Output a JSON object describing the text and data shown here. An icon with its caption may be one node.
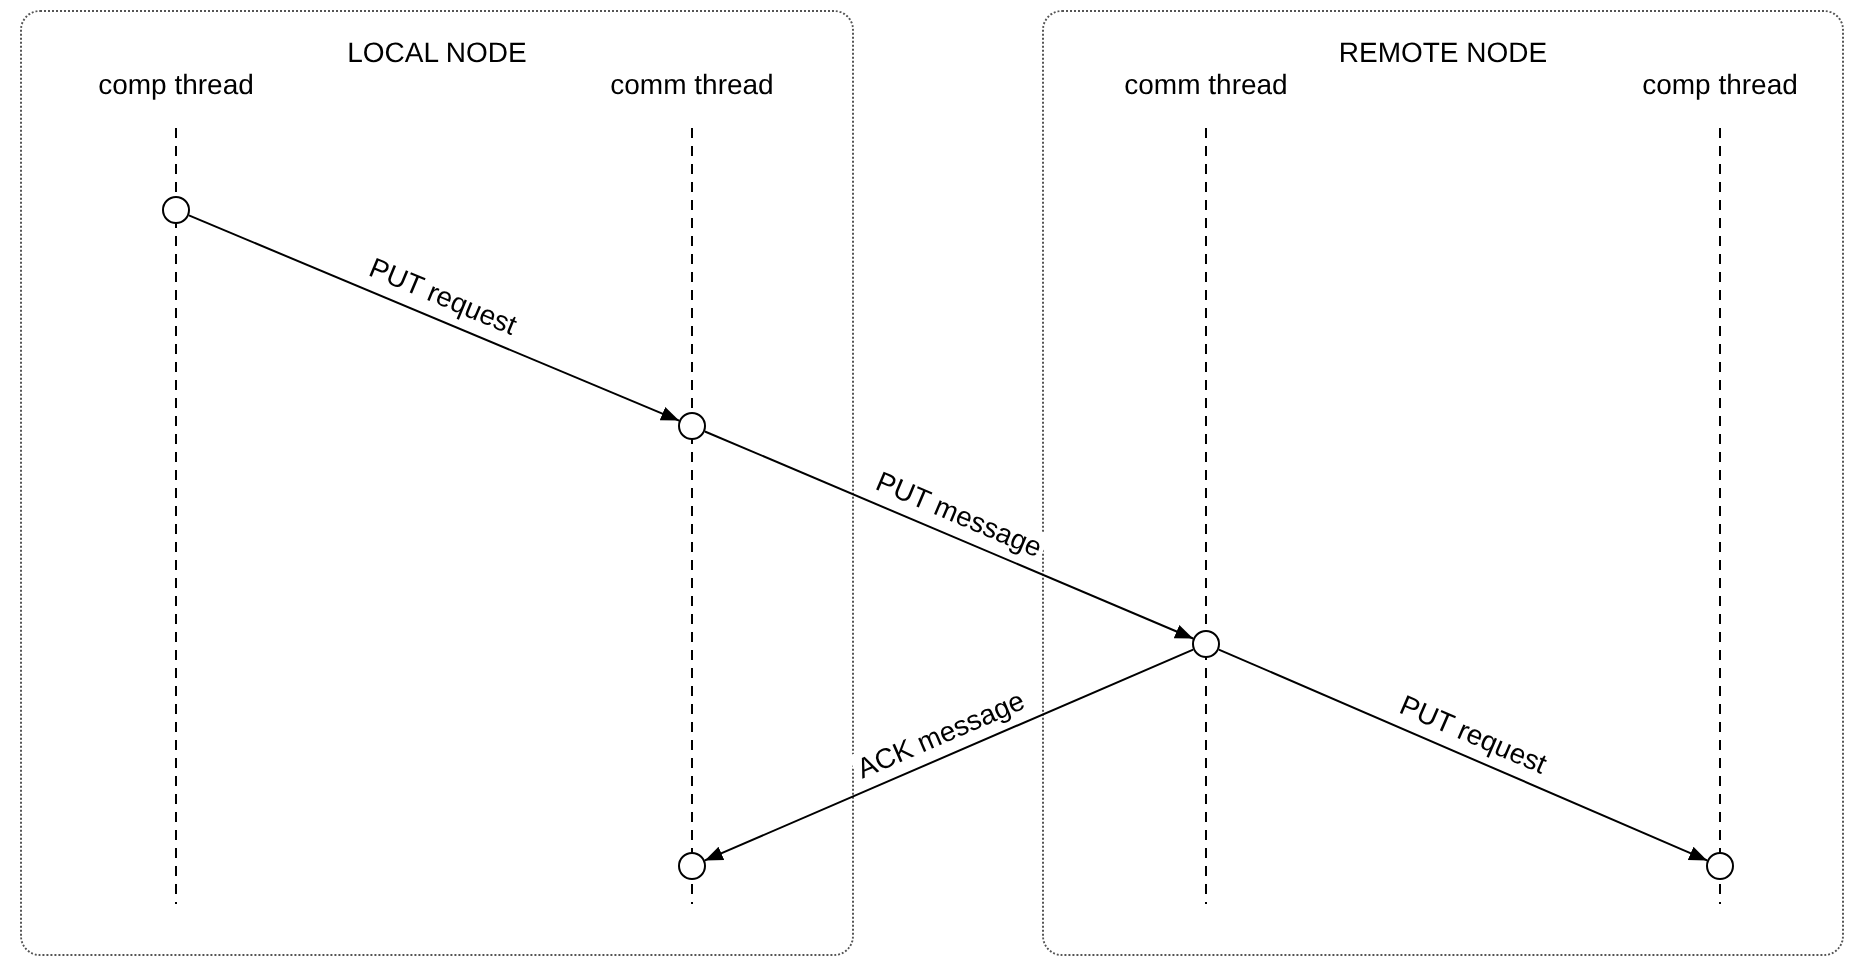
{
  "diagram": {
    "nodes": [
      {
        "text": [
          "LOCAL NODE"
        ]
      },
      {
        "text": [
          "REMOTE NODE"
        ]
      },
      {
        "text": [
          "comp thread"
        ],
        "in": 0
      },
      {
        "text": [
          "comm thread"
        ],
        "in": 0
      },
      {
        "text": [
          "comm thread"
        ],
        "in": 1
      },
      {
        "text": [
          "comp thread"
        ],
        "in": 1
      },
      {
        "text": [],
        "shape": "circle",
        "in": 2
      },
      {
        "text": [],
        "shape": "circle",
        "in": 3
      },
      {
        "text": [],
        "shape": "circle",
        "in": 4
      },
      {
        "text": [],
        "shape": "circle",
        "in": 5
      },
      {
        "text": [],
        "shape": "circle",
        "in": 3
      }
    ],
    "edges": [
      {
        "from": 6,
        "to": 7,
        "arrow": "to",
        "label": "PUT request"
      },
      {
        "from": 7,
        "to": 8,
        "arrow": "to",
        "label": "PUT message"
      },
      {
        "from": 8,
        "to": 9,
        "arrow": "to",
        "label": "PUT request"
      },
      {
        "from": 8,
        "to": 10,
        "arrow": "to",
        "label": "ACK message"
      }
    ]
  }
}
